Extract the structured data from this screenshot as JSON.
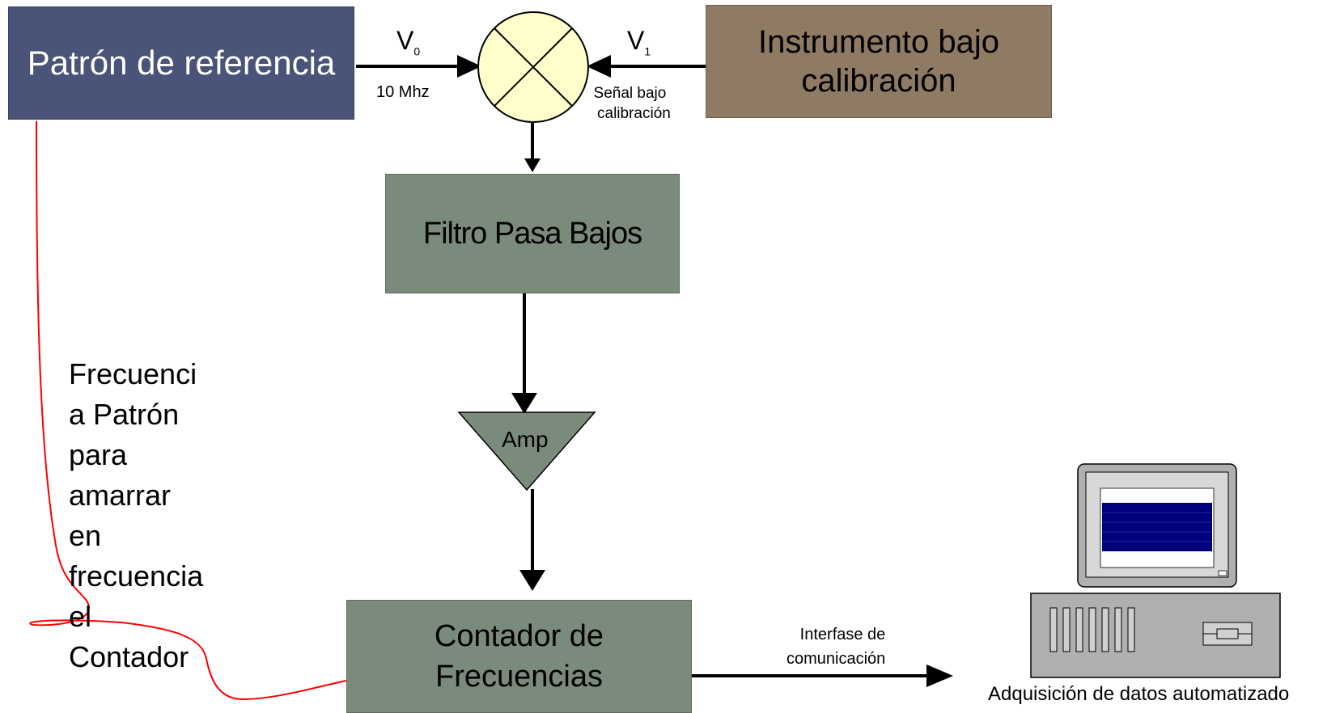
{
  "blocks": {
    "reference": "Patrón de referencia",
    "instrument_line1": "Instrumento bajo",
    "instrument_line2": "calibración",
    "filter": "Filtro Pasa Bajos",
    "amp": "Amp",
    "counter_line1": "Contador de",
    "counter_line2": "Frecuencias"
  },
  "signals": {
    "v0": "V",
    "v0_sub": "0",
    "v0_freq": "10 Mhz",
    "v1": "V",
    "v1_sub": "1",
    "v1_line1": "Señal bajo",
    "v1_line2": "calibración",
    "interface_line1": "Interfase de",
    "interface_line2": "comunicación"
  },
  "side_note": [
    "Frecuenci",
    "a Patrón",
    "para",
    "amarrar",
    "en",
    "frecuencia",
    "el",
    "Contador"
  ],
  "computer_caption": "Adquisición de datos automatizado",
  "colors": {
    "reference": "#4a5378",
    "instrument": "#8f7b64",
    "gray_block": "#7b8b7b",
    "mixer": "#ffffcc",
    "link_line": "#ff0000",
    "screen_plot": "#00007a"
  }
}
